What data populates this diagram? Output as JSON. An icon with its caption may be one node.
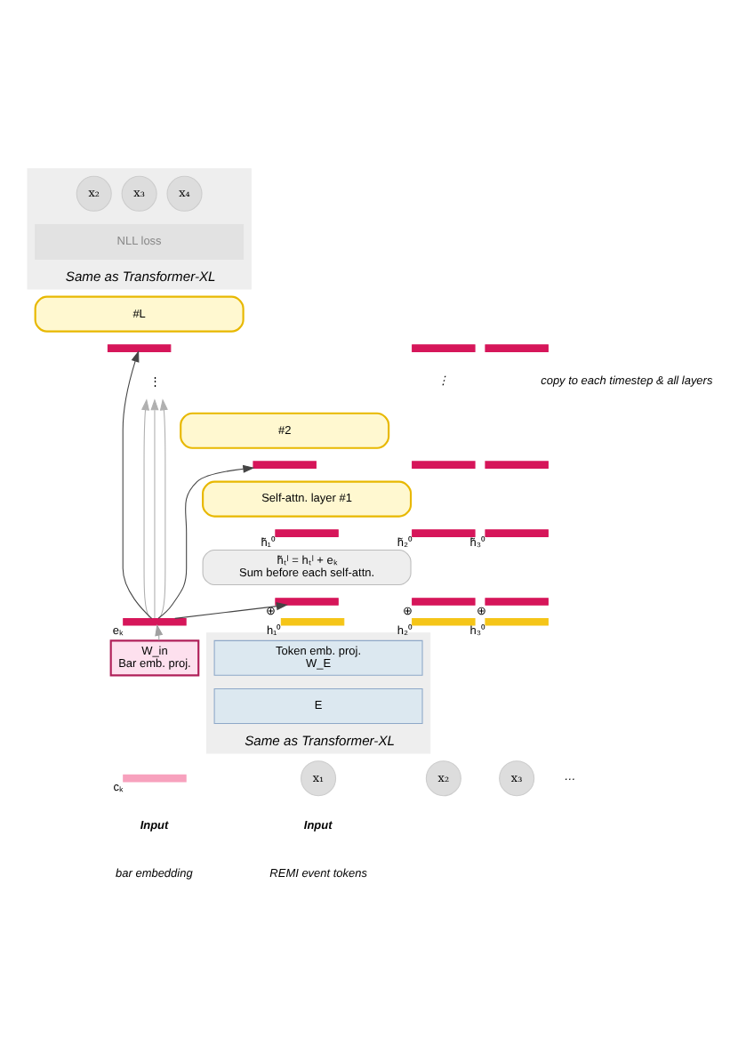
{
  "diagram": {
    "nodes": [
      {
        "text": [
          "Same as Transformer-XL"
        ]
      },
      {
        "text": [
          "x₂"
        ],
        "in": 0
      },
      {
        "text": [
          "x₃"
        ],
        "in": 0
      },
      {
        "text": [
          "x₄"
        ],
        "in": 0
      },
      {
        "text": [
          "NLL loss"
        ],
        "in": 0
      },
      {
        "text": [
          "#L"
        ]
      },
      {
        "text": [],
        "shape": "bar"
      },
      {
        "text": [],
        "shape": "bar"
      },
      {
        "text": [],
        "shape": "bar"
      },
      {
        "text": [
          "#2"
        ]
      },
      {
        "text": [],
        "shape": "bar"
      },
      {
        "text": [],
        "shape": "bar"
      },
      {
        "text": [],
        "shape": "bar"
      },
      {
        "text": [
          "Self-attn. layer #1"
        ]
      },
      {
        "text": [],
        "shape": "bar",
        "beside": [
          "h̃₁⁰"
        ]
      },
      {
        "text": [],
        "shape": "bar",
        "beside": [
          "h̃₂⁰"
        ]
      },
      {
        "text": [],
        "shape": "bar",
        "beside": [
          "h̃₃⁰"
        ]
      },
      {
        "text": [
          "h̃ₜˡ = hₜˡ + eₖ",
          "Sum before each self-attn."
        ]
      },
      {
        "text": [],
        "shape": "bar",
        "beside": [
          "⊕"
        ]
      },
      {
        "text": [],
        "shape": "bar",
        "beside": [
          "⊕"
        ]
      },
      {
        "text": [],
        "shape": "bar",
        "beside": [
          "⊕"
        ]
      },
      {
        "text": [],
        "shape": "bar",
        "beside": [
          "h₁⁰"
        ]
      },
      {
        "text": [],
        "shape": "bar",
        "beside": [
          "h₂⁰"
        ]
      },
      {
        "text": [],
        "shape": "bar",
        "beside": [
          "h₃⁰"
        ]
      },
      {
        "text": [
          "Same as Transformer-XL"
        ]
      },
      {
        "text": [
          "Token emb. proj.",
          "W_E"
        ],
        "in": 24
      },
      {
        "text": [
          "E"
        ],
        "in": 24
      },
      {
        "text": [
          "x₁"
        ]
      },
      {
        "text": [
          "x₂"
        ]
      },
      {
        "text": [
          "x₃"
        ]
      },
      {
        "text": [],
        "shape": "bar",
        "beside": [
          "eₖ"
        ]
      },
      {
        "text": [
          "W_in",
          "Bar emb. proj."
        ]
      },
      {
        "text": [],
        "shape": "bar",
        "beside": [
          "cₖ"
        ]
      },
      {
        "text": [
          "⋮"
        ]
      }
    ],
    "edges": [
      {
        "from": 31,
        "to": 30,
        "arrow": "to",
        "color": "#a0a0a0"
      },
      {
        "from": 30,
        "to": 18,
        "arrow": "to"
      },
      {
        "from": 30,
        "to": 10,
        "arrow": "to"
      },
      {
        "from": 30,
        "to": 6,
        "arrow": "to"
      },
      {
        "from": 30,
        "to": 33,
        "arrow": "to",
        "color": "#b0b0b0"
      },
      {
        "from": 30,
        "to": 33,
        "arrow": "to",
        "color": "#b0b0b0"
      },
      {
        "from": 30,
        "to": 33,
        "arrow": "to",
        "color": "#b0b0b0"
      }
    ],
    "labels": [
      "copy to each timestep & all layers",
      "⋮",
      "…",
      "Input",
      "bar embedding",
      "Input",
      "REMI event tokens"
    ]
  }
}
